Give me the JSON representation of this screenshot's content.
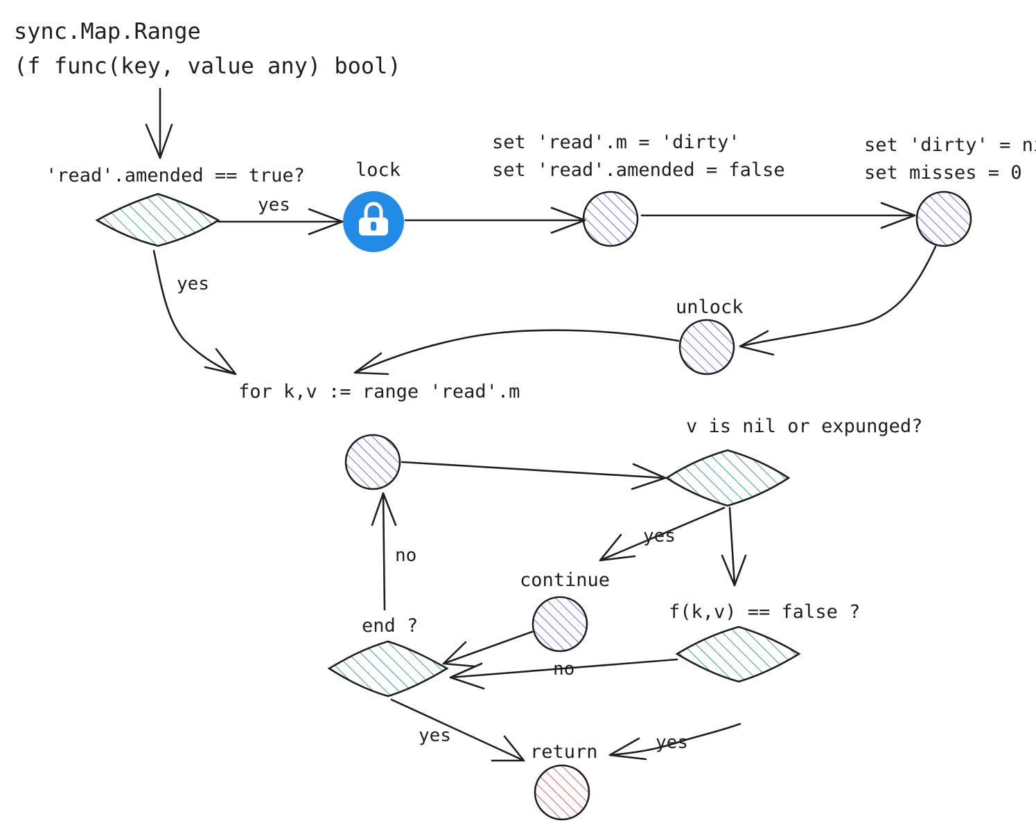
{
  "title": {
    "line1": "sync.Map.Range",
    "line2": "(f func(key, value any) bool)"
  },
  "colors": {
    "stroke": "#1e1e1e",
    "decision_hatch": "#0c8a5e",
    "step_hatch": "#5b3fd6",
    "return_hatch": "#e03131",
    "lock_fill": "#228be6"
  },
  "nodes": {
    "amended_check": "'read'.amended == true?",
    "lock": "lock",
    "lock_icon": "lock-icon",
    "set_read_line1": "set 'read'.m = 'dirty'",
    "set_read_line2": "set 'read'.amended = false",
    "set_dirty_line1": "set 'dirty' = nil",
    "set_dirty_line2": "set misses = 0",
    "unlock": "unlock",
    "range_loop": "for k,v := range 'read'.m",
    "nil_check": "v is nil or expunged?",
    "continue": "continue",
    "f_check": "f(k,v) == false ?",
    "end_check": "end ?",
    "return": "return"
  },
  "edge_labels": {
    "amended_yes_lock": "yes",
    "amended_yes_range": "yes",
    "nil_yes": "yes",
    "f_no": "no",
    "end_no": "no",
    "end_yes": "yes",
    "f_yes": "yes"
  }
}
